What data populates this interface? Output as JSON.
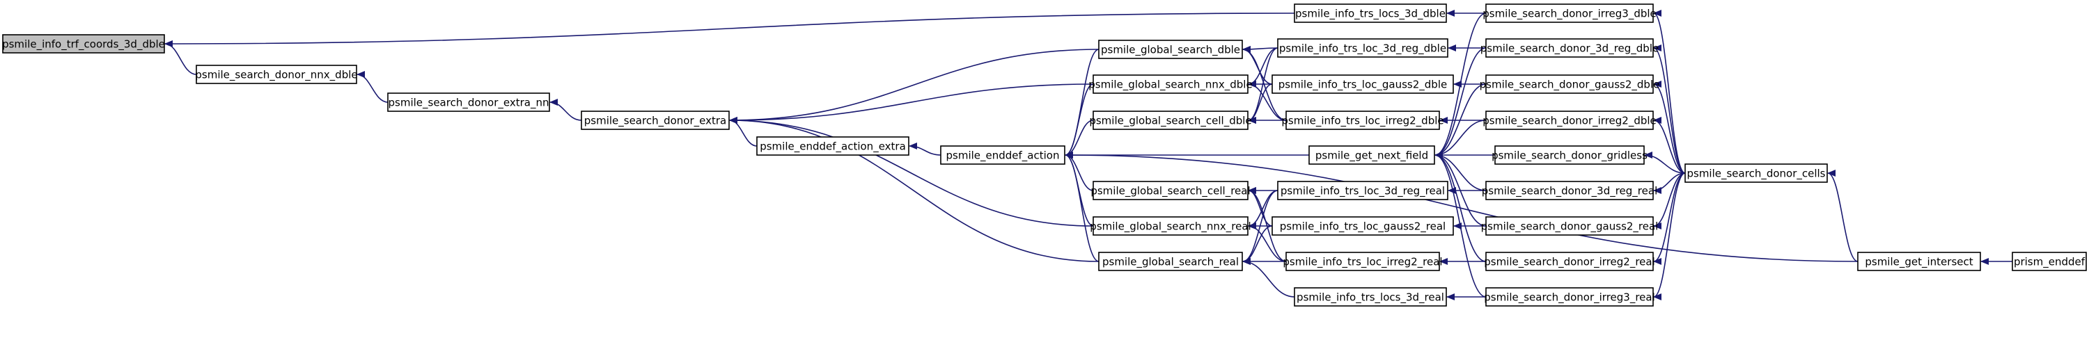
{
  "diagram": {
    "colors": {
      "edge": "#191970",
      "root_fill": "#bfbfbf",
      "node_fill": "#ffffff",
      "node_stroke": "#000000"
    },
    "root_node": "n_root",
    "nodes": [
      {
        "id": "n_root",
        "label": "psmile_info_trf_coords_3d_dble"
      },
      {
        "id": "n_nnx",
        "label": "psmile_search_donor_nnx_dble"
      },
      {
        "id": "n_extra_nn",
        "label": "psmile_search_donor_extra_nn"
      },
      {
        "id": "n_extra",
        "label": "psmile_search_donor_extra"
      },
      {
        "id": "n_enddef_extra",
        "label": "psmile_enddef_action_extra"
      },
      {
        "id": "n_enddef_action",
        "label": "psmile_enddef_action"
      },
      {
        "id": "n_gs_dble",
        "label": "psmile_global_search_dble"
      },
      {
        "id": "n_gs_nnx_dble",
        "label": "psmile_global_search_nnx_dble"
      },
      {
        "id": "n_gs_cell_dble",
        "label": "psmile_global_search_cell_dble"
      },
      {
        "id": "n_gs_cell_real",
        "label": "psmile_global_search_cell_real"
      },
      {
        "id": "n_gs_nnx_real",
        "label": "psmile_global_search_nnx_real"
      },
      {
        "id": "n_gs_real",
        "label": "psmile_global_search_real"
      },
      {
        "id": "n_locs3d_dble",
        "label": "psmile_info_trs_locs_3d_dble"
      },
      {
        "id": "n_loc3dreg_dble",
        "label": "psmile_info_trs_loc_3d_reg_dble"
      },
      {
        "id": "n_locgauss2_dble",
        "label": "psmile_info_trs_loc_gauss2_dble"
      },
      {
        "id": "n_locirreg2_dble",
        "label": "psmile_info_trs_loc_irreg2_dble"
      },
      {
        "id": "n_get_next_field",
        "label": "psmile_get_next_field"
      },
      {
        "id": "n_loc3dreg_real",
        "label": "psmile_info_trs_loc_3d_reg_real"
      },
      {
        "id": "n_locgauss2_real",
        "label": "psmile_info_trs_loc_gauss2_real"
      },
      {
        "id": "n_locirreg2_real",
        "label": "psmile_info_trs_loc_irreg2_real"
      },
      {
        "id": "n_locs3d_real",
        "label": "psmile_info_trs_locs_3d_real"
      },
      {
        "id": "n_sd_irreg3_dble",
        "label": "psmile_search_donor_irreg3_dble"
      },
      {
        "id": "n_sd_3dreg_dble",
        "label": "psmile_search_donor_3d_reg_dble"
      },
      {
        "id": "n_sd_gauss2_dble",
        "label": "psmile_search_donor_gauss2_dble"
      },
      {
        "id": "n_sd_irreg2_dble",
        "label": "psmile_search_donor_irreg2_dble"
      },
      {
        "id": "n_sd_gridless",
        "label": "psmile_search_donor_gridless"
      },
      {
        "id": "n_sd_3dreg_real",
        "label": "psmile_search_donor_3d_reg_real"
      },
      {
        "id": "n_sd_gauss2_real",
        "label": "psmile_search_donor_gauss2_real"
      },
      {
        "id": "n_sd_irreg2_real",
        "label": "psmile_search_donor_irreg2_real"
      },
      {
        "id": "n_sd_irreg3_real",
        "label": "psmile_search_donor_irreg3_real"
      },
      {
        "id": "n_sd_cells",
        "label": "psmile_search_donor_cells"
      },
      {
        "id": "n_get_intersect",
        "label": "psmile_get_intersect"
      },
      {
        "id": "n_prism_enddef",
        "label": "prism_enddef"
      }
    ],
    "edges": [
      {
        "from": "n_nnx",
        "to": "n_root"
      },
      {
        "from": "n_locs3d_dble",
        "to": "n_root"
      },
      {
        "from": "n_extra_nn",
        "to": "n_nnx"
      },
      {
        "from": "n_extra",
        "to": "n_extra_nn"
      },
      {
        "from": "n_gs_dble",
        "to": "n_extra"
      },
      {
        "from": "n_gs_nnx_dble",
        "to": "n_extra"
      },
      {
        "from": "n_enddef_extra",
        "to": "n_extra"
      },
      {
        "from": "n_gs_nnx_real",
        "to": "n_extra"
      },
      {
        "from": "n_gs_real",
        "to": "n_extra"
      },
      {
        "from": "n_enddef_action",
        "to": "n_enddef_extra"
      },
      {
        "from": "n_gs_dble",
        "to": "n_enddef_action"
      },
      {
        "from": "n_gs_nnx_dble",
        "to": "n_enddef_action"
      },
      {
        "from": "n_gs_cell_dble",
        "to": "n_enddef_action"
      },
      {
        "from": "n_get_next_field",
        "to": "n_enddef_action"
      },
      {
        "from": "n_gs_cell_real",
        "to": "n_enddef_action"
      },
      {
        "from": "n_gs_nnx_real",
        "to": "n_enddef_action"
      },
      {
        "from": "n_gs_real",
        "to": "n_enddef_action"
      },
      {
        "from": "n_get_intersect",
        "to": "n_enddef_action"
      },
      {
        "from": "n_loc3dreg_dble",
        "to": "n_gs_dble"
      },
      {
        "from": "n_locgauss2_dble",
        "to": "n_gs_dble"
      },
      {
        "from": "n_locirreg2_dble",
        "to": "n_gs_dble"
      },
      {
        "from": "n_loc3dreg_dble",
        "to": "n_gs_nnx_dble"
      },
      {
        "from": "n_locgauss2_dble",
        "to": "n_gs_nnx_dble"
      },
      {
        "from": "n_locirreg2_dble",
        "to": "n_gs_nnx_dble"
      },
      {
        "from": "n_loc3dreg_dble",
        "to": "n_gs_cell_dble"
      },
      {
        "from": "n_locgauss2_dble",
        "to": "n_gs_cell_dble"
      },
      {
        "from": "n_locirreg2_dble",
        "to": "n_gs_cell_dble"
      },
      {
        "from": "n_loc3dreg_real",
        "to": "n_gs_cell_real"
      },
      {
        "from": "n_locgauss2_real",
        "to": "n_gs_cell_real"
      },
      {
        "from": "n_locirreg2_real",
        "to": "n_gs_cell_real"
      },
      {
        "from": "n_loc3dreg_real",
        "to": "n_gs_nnx_real"
      },
      {
        "from": "n_locgauss2_real",
        "to": "n_gs_nnx_real"
      },
      {
        "from": "n_locirreg2_real",
        "to": "n_gs_nnx_real"
      },
      {
        "from": "n_loc3dreg_real",
        "to": "n_gs_real"
      },
      {
        "from": "n_locgauss2_real",
        "to": "n_gs_real"
      },
      {
        "from": "n_locirreg2_real",
        "to": "n_gs_real"
      },
      {
        "from": "n_locs3d_real",
        "to": "n_gs_real"
      },
      {
        "from": "n_sd_irreg3_dble",
        "to": "n_locs3d_dble"
      },
      {
        "from": "n_sd_3dreg_dble",
        "to": "n_loc3dreg_dble"
      },
      {
        "from": "n_sd_gauss2_dble",
        "to": "n_locgauss2_dble"
      },
      {
        "from": "n_sd_irreg2_dble",
        "to": "n_locirreg2_dble"
      },
      {
        "from": "n_sd_3dreg_real",
        "to": "n_loc3dreg_real"
      },
      {
        "from": "n_sd_gauss2_real",
        "to": "n_locgauss2_real"
      },
      {
        "from": "n_sd_irreg2_real",
        "to": "n_locirreg2_real"
      },
      {
        "from": "n_sd_irreg3_real",
        "to": "n_locs3d_real"
      },
      {
        "from": "n_sd_irreg3_dble",
        "to": "n_get_next_field"
      },
      {
        "from": "n_sd_3dreg_dble",
        "to": "n_get_next_field"
      },
      {
        "from": "n_sd_gauss2_dble",
        "to": "n_get_next_field"
      },
      {
        "from": "n_sd_irreg2_dble",
        "to": "n_get_next_field"
      },
      {
        "from": "n_sd_gridless",
        "to": "n_get_next_field"
      },
      {
        "from": "n_sd_3dreg_real",
        "to": "n_get_next_field"
      },
      {
        "from": "n_sd_gauss2_real",
        "to": "n_get_next_field"
      },
      {
        "from": "n_sd_irreg2_real",
        "to": "n_get_next_field"
      },
      {
        "from": "n_sd_irreg3_real",
        "to": "n_get_next_field"
      },
      {
        "from": "n_sd_cells",
        "to": "n_sd_irreg3_dble"
      },
      {
        "from": "n_sd_cells",
        "to": "n_sd_3dreg_dble"
      },
      {
        "from": "n_sd_cells",
        "to": "n_sd_gauss2_dble"
      },
      {
        "from": "n_sd_cells",
        "to": "n_sd_irreg2_dble"
      },
      {
        "from": "n_sd_cells",
        "to": "n_sd_gridless"
      },
      {
        "from": "n_sd_cells",
        "to": "n_sd_3dreg_real"
      },
      {
        "from": "n_sd_cells",
        "to": "n_sd_gauss2_real"
      },
      {
        "from": "n_sd_cells",
        "to": "n_sd_irreg2_real"
      },
      {
        "from": "n_sd_cells",
        "to": "n_sd_irreg3_real"
      },
      {
        "from": "n_get_intersect",
        "to": "n_sd_cells"
      },
      {
        "from": "n_prism_enddef",
        "to": "n_get_intersect"
      }
    ]
  }
}
